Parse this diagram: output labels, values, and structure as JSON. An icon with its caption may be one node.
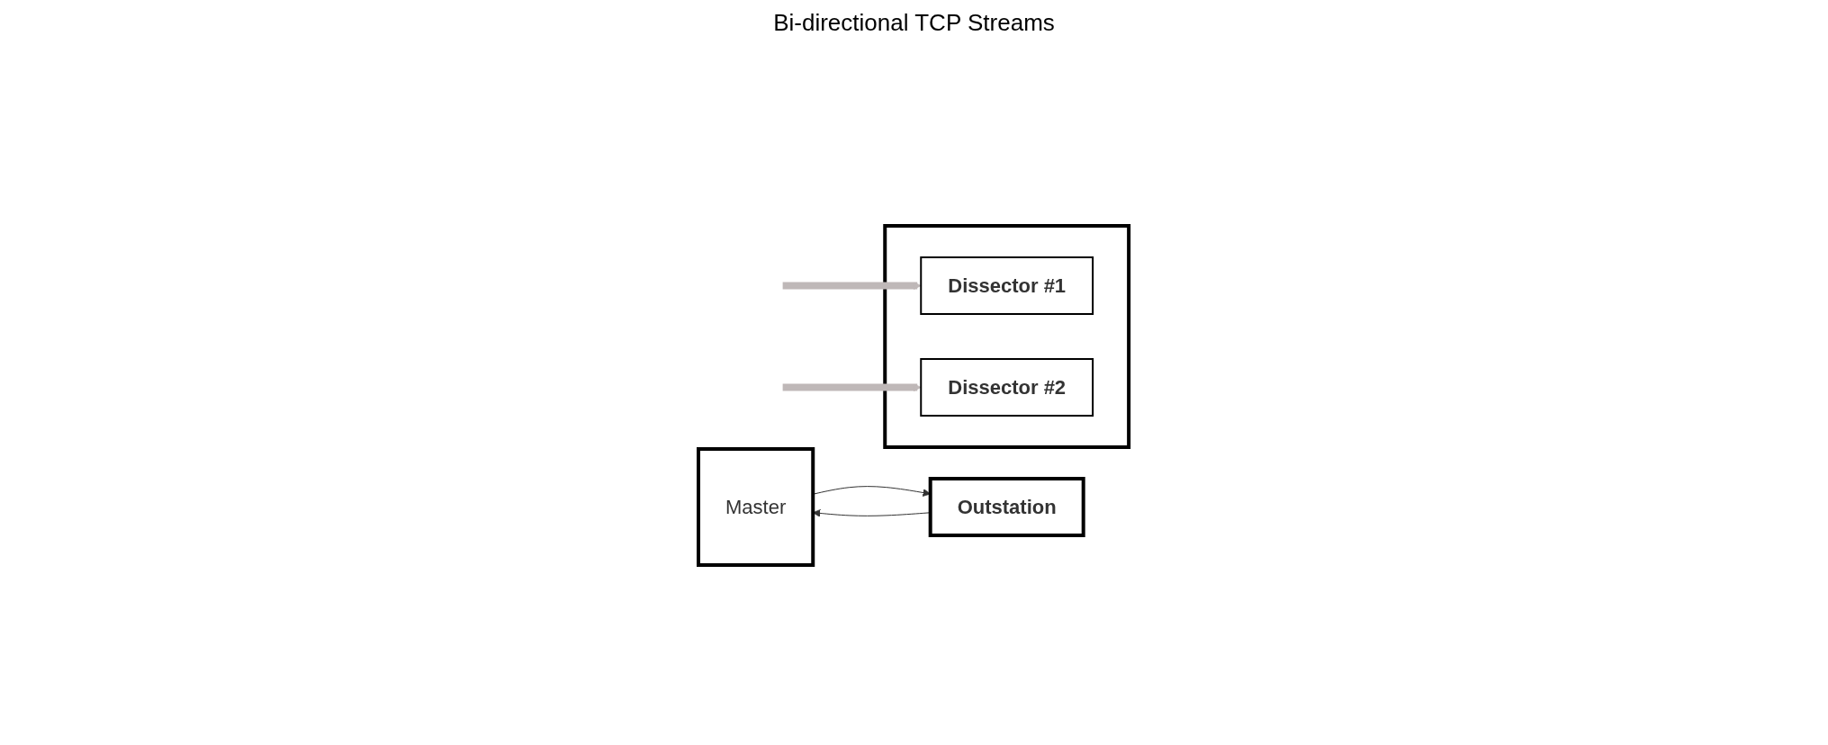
{
  "diagram": {
    "nodes": [
      {
        "text": [
          "Master"
        ]
      },
      {
        "text": [],
        "shape": "box"
      },
      {
        "text": [
          "Dissector #1"
        ],
        "in": 1
      },
      {
        "text": [
          "Dissector #2"
        ],
        "in": 1
      },
      {
        "text": [
          "Outstation"
        ]
      }
    ],
    "edges": [
      {
        "from": 0,
        "to": 4,
        "arrow": "to"
      },
      {
        "from": 4,
        "to": 0,
        "arrow": "to"
      },
      {
        "from": null,
        "to": 2,
        "arrow": "to",
        "style": "thick",
        "color": "#bfb8b8"
      },
      {
        "from": null,
        "to": 3,
        "arrow": "to",
        "style": "thick",
        "color": "#bfb8b8"
      }
    ],
    "labels": [
      "Bi-directional TCP Streams"
    ]
  }
}
